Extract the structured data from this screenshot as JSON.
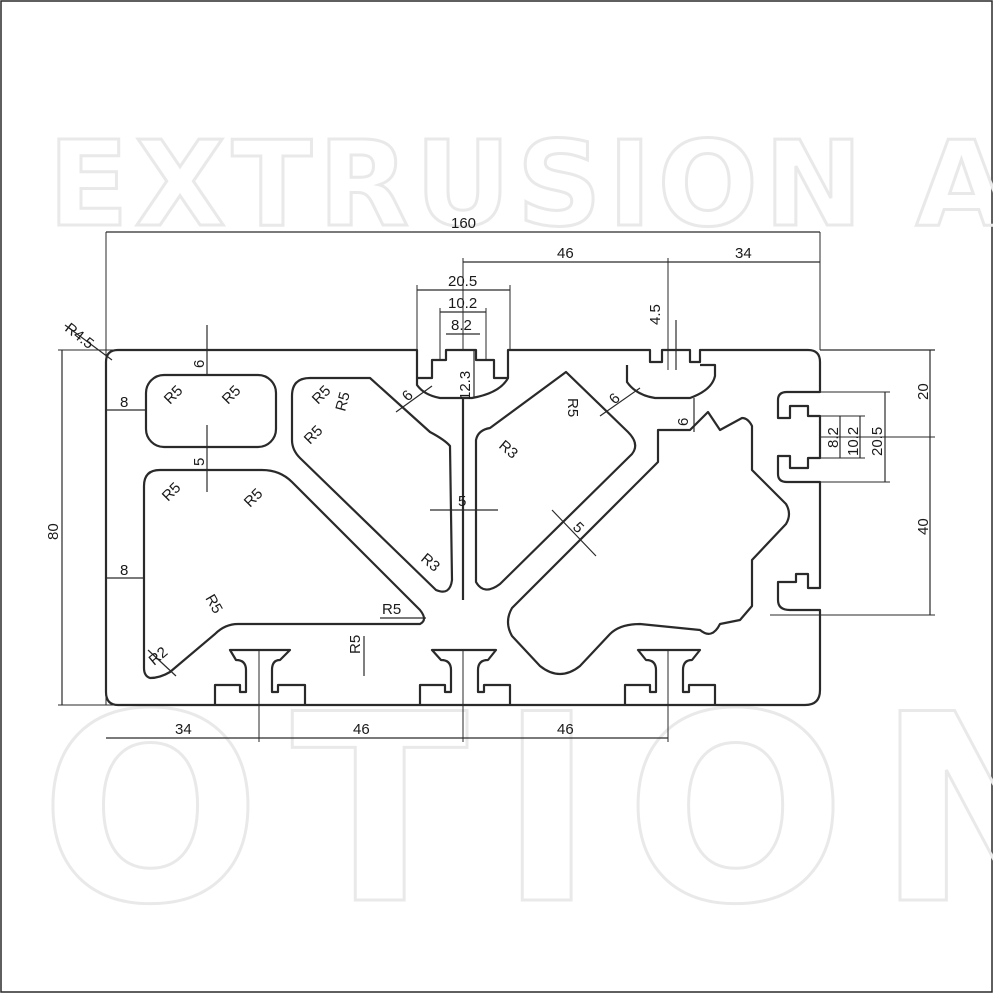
{
  "drawing": {
    "title_watermark_top": "EXTRUSION AND",
    "watermark_bottom": "OTION",
    "colors": {
      "line": "#2a2a2a",
      "watermark": "#e9e9e9",
      "background": "#ffffff"
    }
  },
  "dimensions": {
    "overall_width": "160",
    "overall_height": "80",
    "slot_spacing_top": "46",
    "edge_offset_top": "34",
    "slot_opening_top": "20.5",
    "slot_inner_top": "10.2",
    "slot_neck_top": "8.2",
    "slot_depth": "12.3",
    "lip_thickness": "4.5",
    "corner_radius": "R4.5",
    "wall_8_upper": "8",
    "wall_8_lower": "8",
    "wall_6_upper": "6",
    "wall_5_mid": "5",
    "web_5": "5",
    "web_5_diag": "5",
    "wall_6_diag_left": "6",
    "wall_6_diag_right": "6",
    "wall_6_right": "6",
    "right_20": "20",
    "right_40": "40",
    "right_slot_opening": "20.5",
    "right_slot_inner": "10.2",
    "right_slot_neck": "8.2",
    "bottom_34": "34",
    "bottom_46_a": "46",
    "bottom_46_b": "46",
    "r5_a": "R5",
    "r5_b": "R5",
    "r5_c": "R5",
    "r5_d": "R5",
    "r5_e": "R5",
    "r5_f": "R5",
    "r5_g": "R5",
    "r5_h": "R5",
    "r5_i": "R5",
    "r5_j": "R5",
    "r5_k": "R5",
    "r3_a": "R3",
    "r3_b": "R3",
    "r2": "R2"
  }
}
